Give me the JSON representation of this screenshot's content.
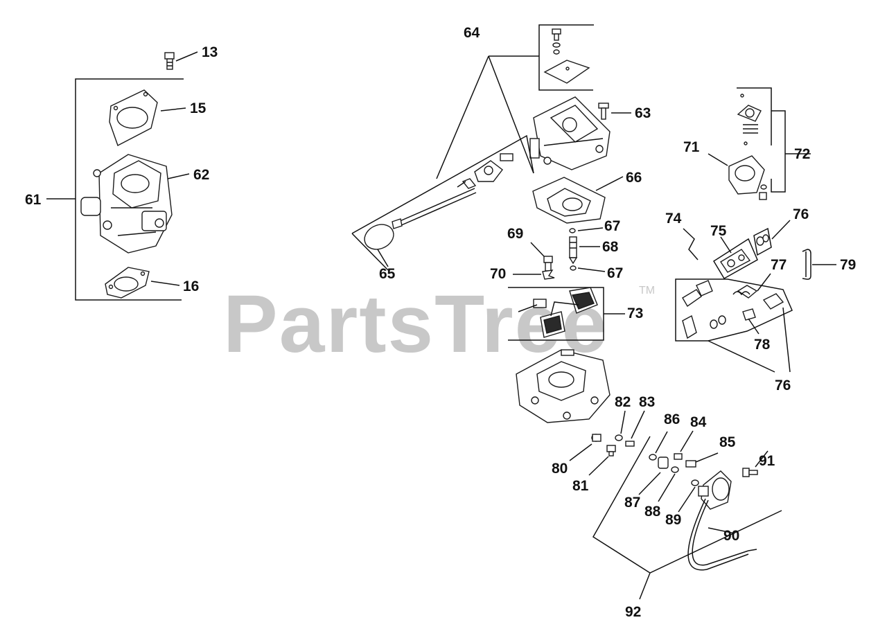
{
  "watermark": {
    "text": "PartsTree",
    "trademark": "TM"
  },
  "colors": {
    "line": "#111111",
    "watermark": "#c8c8c8",
    "background": "#ffffff"
  },
  "labels": {
    "p13": "13",
    "p15": "15",
    "p16": "16",
    "p61": "61",
    "p62": "62",
    "p63": "63",
    "p64": "64",
    "p65": "65",
    "p66": "66",
    "p67a": "67",
    "p67b": "67",
    "p68": "68",
    "p69": "69",
    "p70": "70",
    "p71": "71",
    "p72": "72",
    "p73": "73",
    "p74": "74",
    "p75": "75",
    "p76a": "76",
    "p76b": "76",
    "p77": "77",
    "p78": "78",
    "p79": "79",
    "p80": "80",
    "p81": "81",
    "p82": "82",
    "p83": "83",
    "p84": "84",
    "p85": "85",
    "p86": "86",
    "p87": "87",
    "p88": "88",
    "p89": "89",
    "p90": "90",
    "p91": "91",
    "p92": "92"
  }
}
